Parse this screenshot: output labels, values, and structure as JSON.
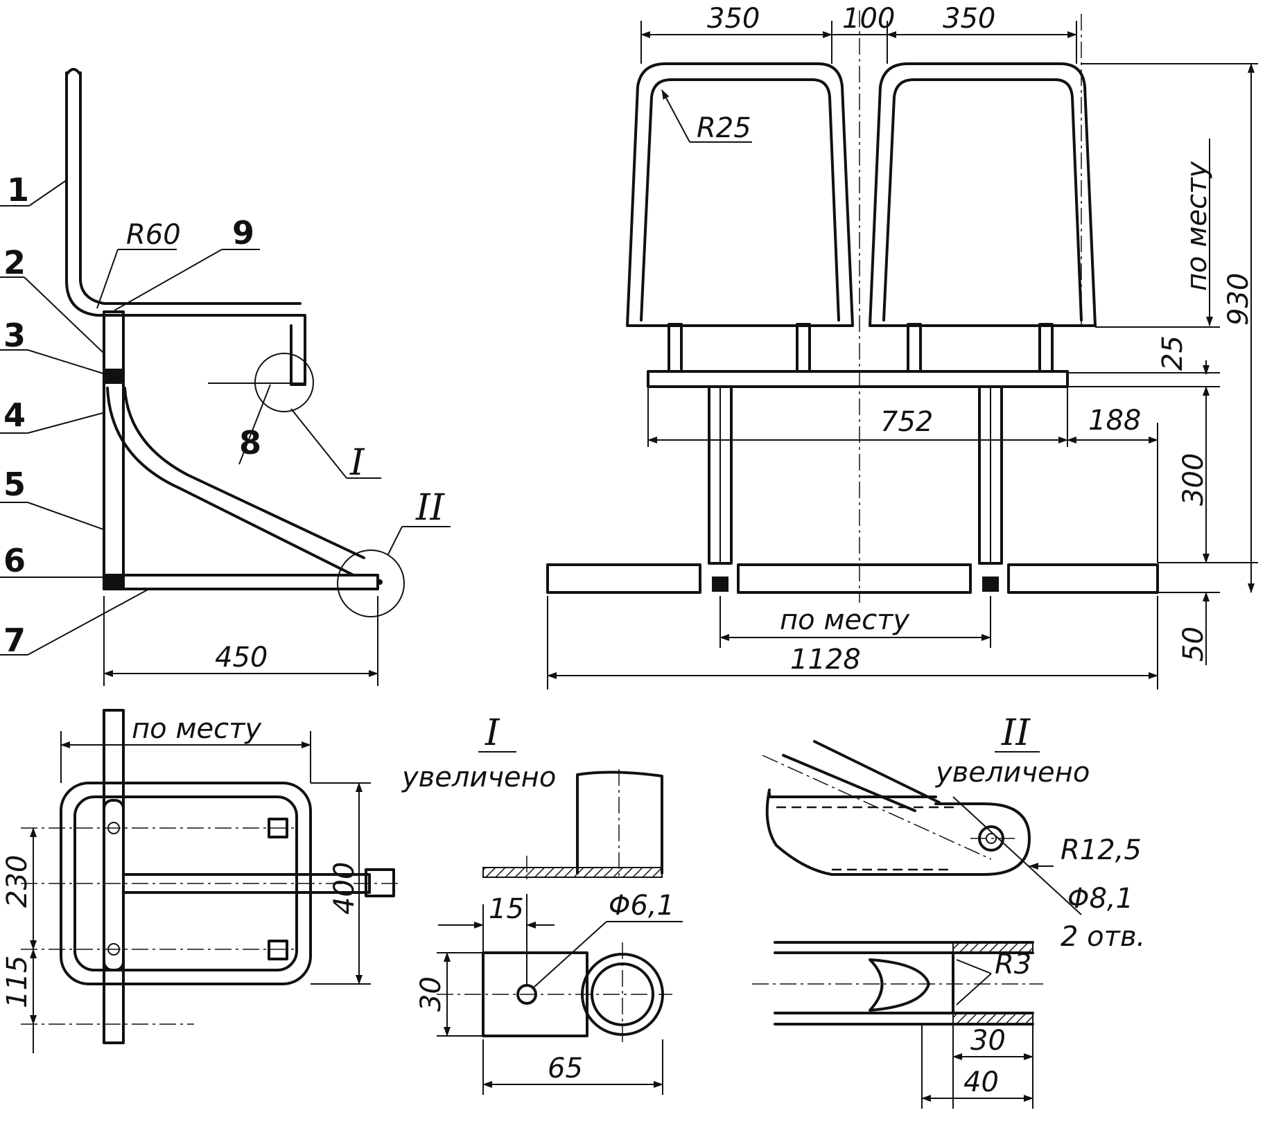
{
  "colors": {
    "ink": "#111111",
    "paper": "#ffffff"
  },
  "side_view": {
    "parts": [
      "1",
      "2",
      "3",
      "4",
      "5",
      "6",
      "7",
      "8",
      "9"
    ],
    "bend_radius": "R60",
    "width_dim": "450",
    "detail_refs": [
      "I",
      "II"
    ]
  },
  "front_view": {
    "top_dims": [
      "350",
      "100",
      "350"
    ],
    "corner_radius": "R25",
    "right_note": "по месту",
    "height_total": "930",
    "gap_dim": "25",
    "seat_width": "752",
    "overhang": "188",
    "leg_height": "300",
    "base_height": "50",
    "leg_spacing_note": "по месту",
    "overall_width": "1128"
  },
  "plan_view": {
    "top_note": "по месту",
    "dims": [
      "230",
      "115",
      "400"
    ]
  },
  "detail_I": {
    "title": "I",
    "subtitle": "увеличено",
    "dims": [
      "15",
      "30",
      "65"
    ],
    "hole": "Φ6,1"
  },
  "detail_II": {
    "title": "II",
    "subtitle": "увеличено",
    "radius": "R12,5",
    "hole": "Φ8,1",
    "hole_count": "2 отв.",
    "inner_radius": "R3",
    "dims": [
      "30",
      "40"
    ]
  }
}
